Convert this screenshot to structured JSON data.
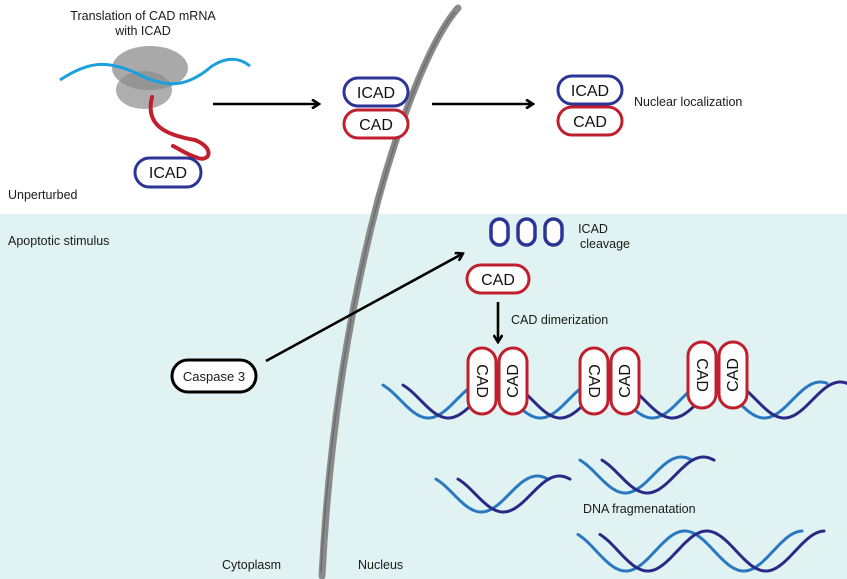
{
  "colors": {
    "background_top": "#ffffff",
    "background_bottom": "#e0f3f2",
    "icad_outline": "#2b3595",
    "cad_outline": "#c0202e",
    "mrna": "#1ba0de",
    "ribosome": "#8c8c8c",
    "nascent_chain": "#c0202e",
    "dna_light": "#2a78c0",
    "dna_dark": "#2a2a86",
    "membrane": "#8a8a8a",
    "arrow": "#000000"
  },
  "sections": {
    "unperturbed": "Unperturbed",
    "apoptotic": "Apoptotic stimulus"
  },
  "compartments": {
    "cytoplasm": "Cytoplasm",
    "nucleus": "Nucleus"
  },
  "translation": {
    "title_line1": "Translation of CAD mRNA",
    "title_line2": "with ICAD",
    "protein_label": "ICAD"
  },
  "complex_cytoplasm": {
    "top": "ICAD",
    "bottom": "CAD"
  },
  "complex_nucleus": {
    "top": "ICAD",
    "bottom": "CAD"
  },
  "nuclear_localization": "Nuclear localization",
  "caspase": "Caspase 3",
  "icad_cleavage": {
    "line1": "ICAD",
    "line2": "cleavage",
    "fragments": 3
  },
  "free_cad": "CAD",
  "dimerization": "CAD dimerization",
  "dimers": [
    {
      "left": "CAD",
      "right": "CAD"
    },
    {
      "left": "CAD",
      "right": "CAD"
    },
    {
      "left": "CAD",
      "right": "CAD"
    }
  ],
  "dna_fragmentation": "DNA fragmenatation"
}
